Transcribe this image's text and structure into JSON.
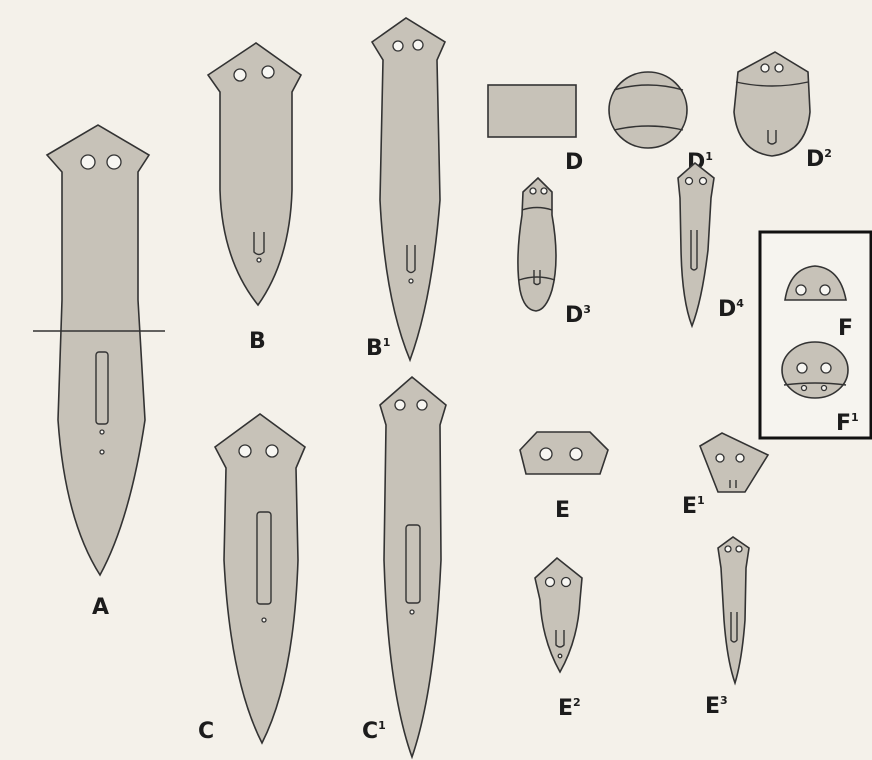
{
  "colors": {
    "paper": "#f4f1ea",
    "body": "#c7c2b8",
    "ink": "#333333"
  },
  "figures": {
    "A": {
      "letter": "A",
      "sup": ""
    },
    "B": {
      "letter": "B",
      "sup": ""
    },
    "B1": {
      "letter": "B",
      "sup": "1"
    },
    "C": {
      "letter": "C",
      "sup": ""
    },
    "C1": {
      "letter": "C",
      "sup": "1"
    },
    "D": {
      "letter": "D",
      "sup": ""
    },
    "D1": {
      "letter": "D",
      "sup": "1"
    },
    "D2": {
      "letter": "D",
      "sup": "2"
    },
    "D3": {
      "letter": "D",
      "sup": "3"
    },
    "D4": {
      "letter": "D",
      "sup": "4"
    },
    "E": {
      "letter": "E",
      "sup": ""
    },
    "E1": {
      "letter": "E",
      "sup": "1"
    },
    "E2": {
      "letter": "E",
      "sup": "2"
    },
    "E3": {
      "letter": "E",
      "sup": "3"
    },
    "F": {
      "letter": "F",
      "sup": ""
    },
    "F1": {
      "letter": "F",
      "sup": "1"
    }
  }
}
